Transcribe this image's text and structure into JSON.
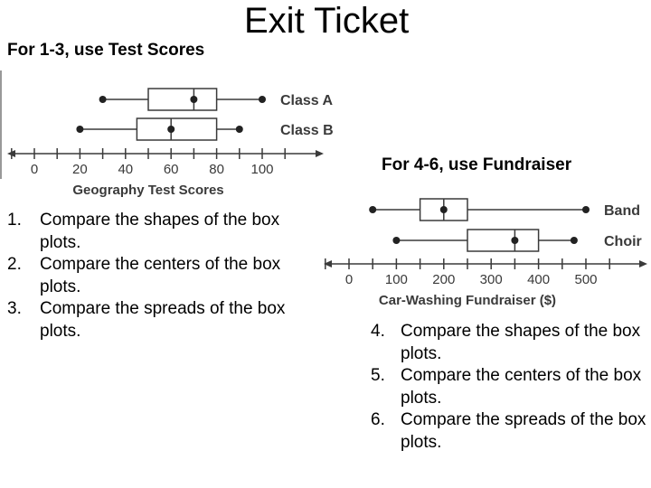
{
  "title": "Exit Ticket",
  "section1": {
    "heading": "For 1-3, use Test Scores"
  },
  "section2": {
    "heading": "For 4-6, use Fundraiser"
  },
  "questions_left": [
    {
      "num": "1.",
      "text": "Compare the shapes of the box plots."
    },
    {
      "num": "2.",
      "text": "Compare the centers of the box plots."
    },
    {
      "num": "3.",
      "text": "Compare the spreads of the box plots."
    }
  ],
  "questions_right": [
    {
      "num": "4.",
      "text": "Compare the shapes of the box plots."
    },
    {
      "num": "5.",
      "text": "Compare the centers of the box plots."
    },
    {
      "num": "6.",
      "text": "Compare the spreads of the box plots."
    }
  ],
  "chart_data": [
    {
      "type": "boxplot",
      "xlabel": "Geography Test Scores",
      "xlim": [
        0,
        100
      ],
      "minor_tick_step": 10,
      "tick_labels": [
        "0",
        "20",
        "40",
        "60",
        "80",
        "100"
      ],
      "tick_values": [
        0,
        20,
        40,
        60,
        80,
        100
      ],
      "series": [
        {
          "name": "Class A",
          "min": 30,
          "q1": 50,
          "median": 70,
          "q3": 80,
          "max": 100
        },
        {
          "name": "Class B",
          "min": 20,
          "q1": 45,
          "median": 60,
          "q3": 80,
          "max": 90
        }
      ]
    },
    {
      "type": "boxplot",
      "xlabel": "Car-Washing Fundraiser ($)",
      "xlim": [
        0,
        500
      ],
      "minor_tick_step": 50,
      "tick_labels": [
        "0",
        "100",
        "200",
        "300",
        "400",
        "500"
      ],
      "tick_values": [
        0,
        100,
        200,
        300,
        400,
        500
      ],
      "series": [
        {
          "name": "Band",
          "min": 50,
          "q1": 150,
          "median": 200,
          "q3": 250,
          "max": 500
        },
        {
          "name": "Choir",
          "min": 100,
          "q1": 250,
          "median": 350,
          "q3": 400,
          "max": 475
        }
      ]
    }
  ]
}
